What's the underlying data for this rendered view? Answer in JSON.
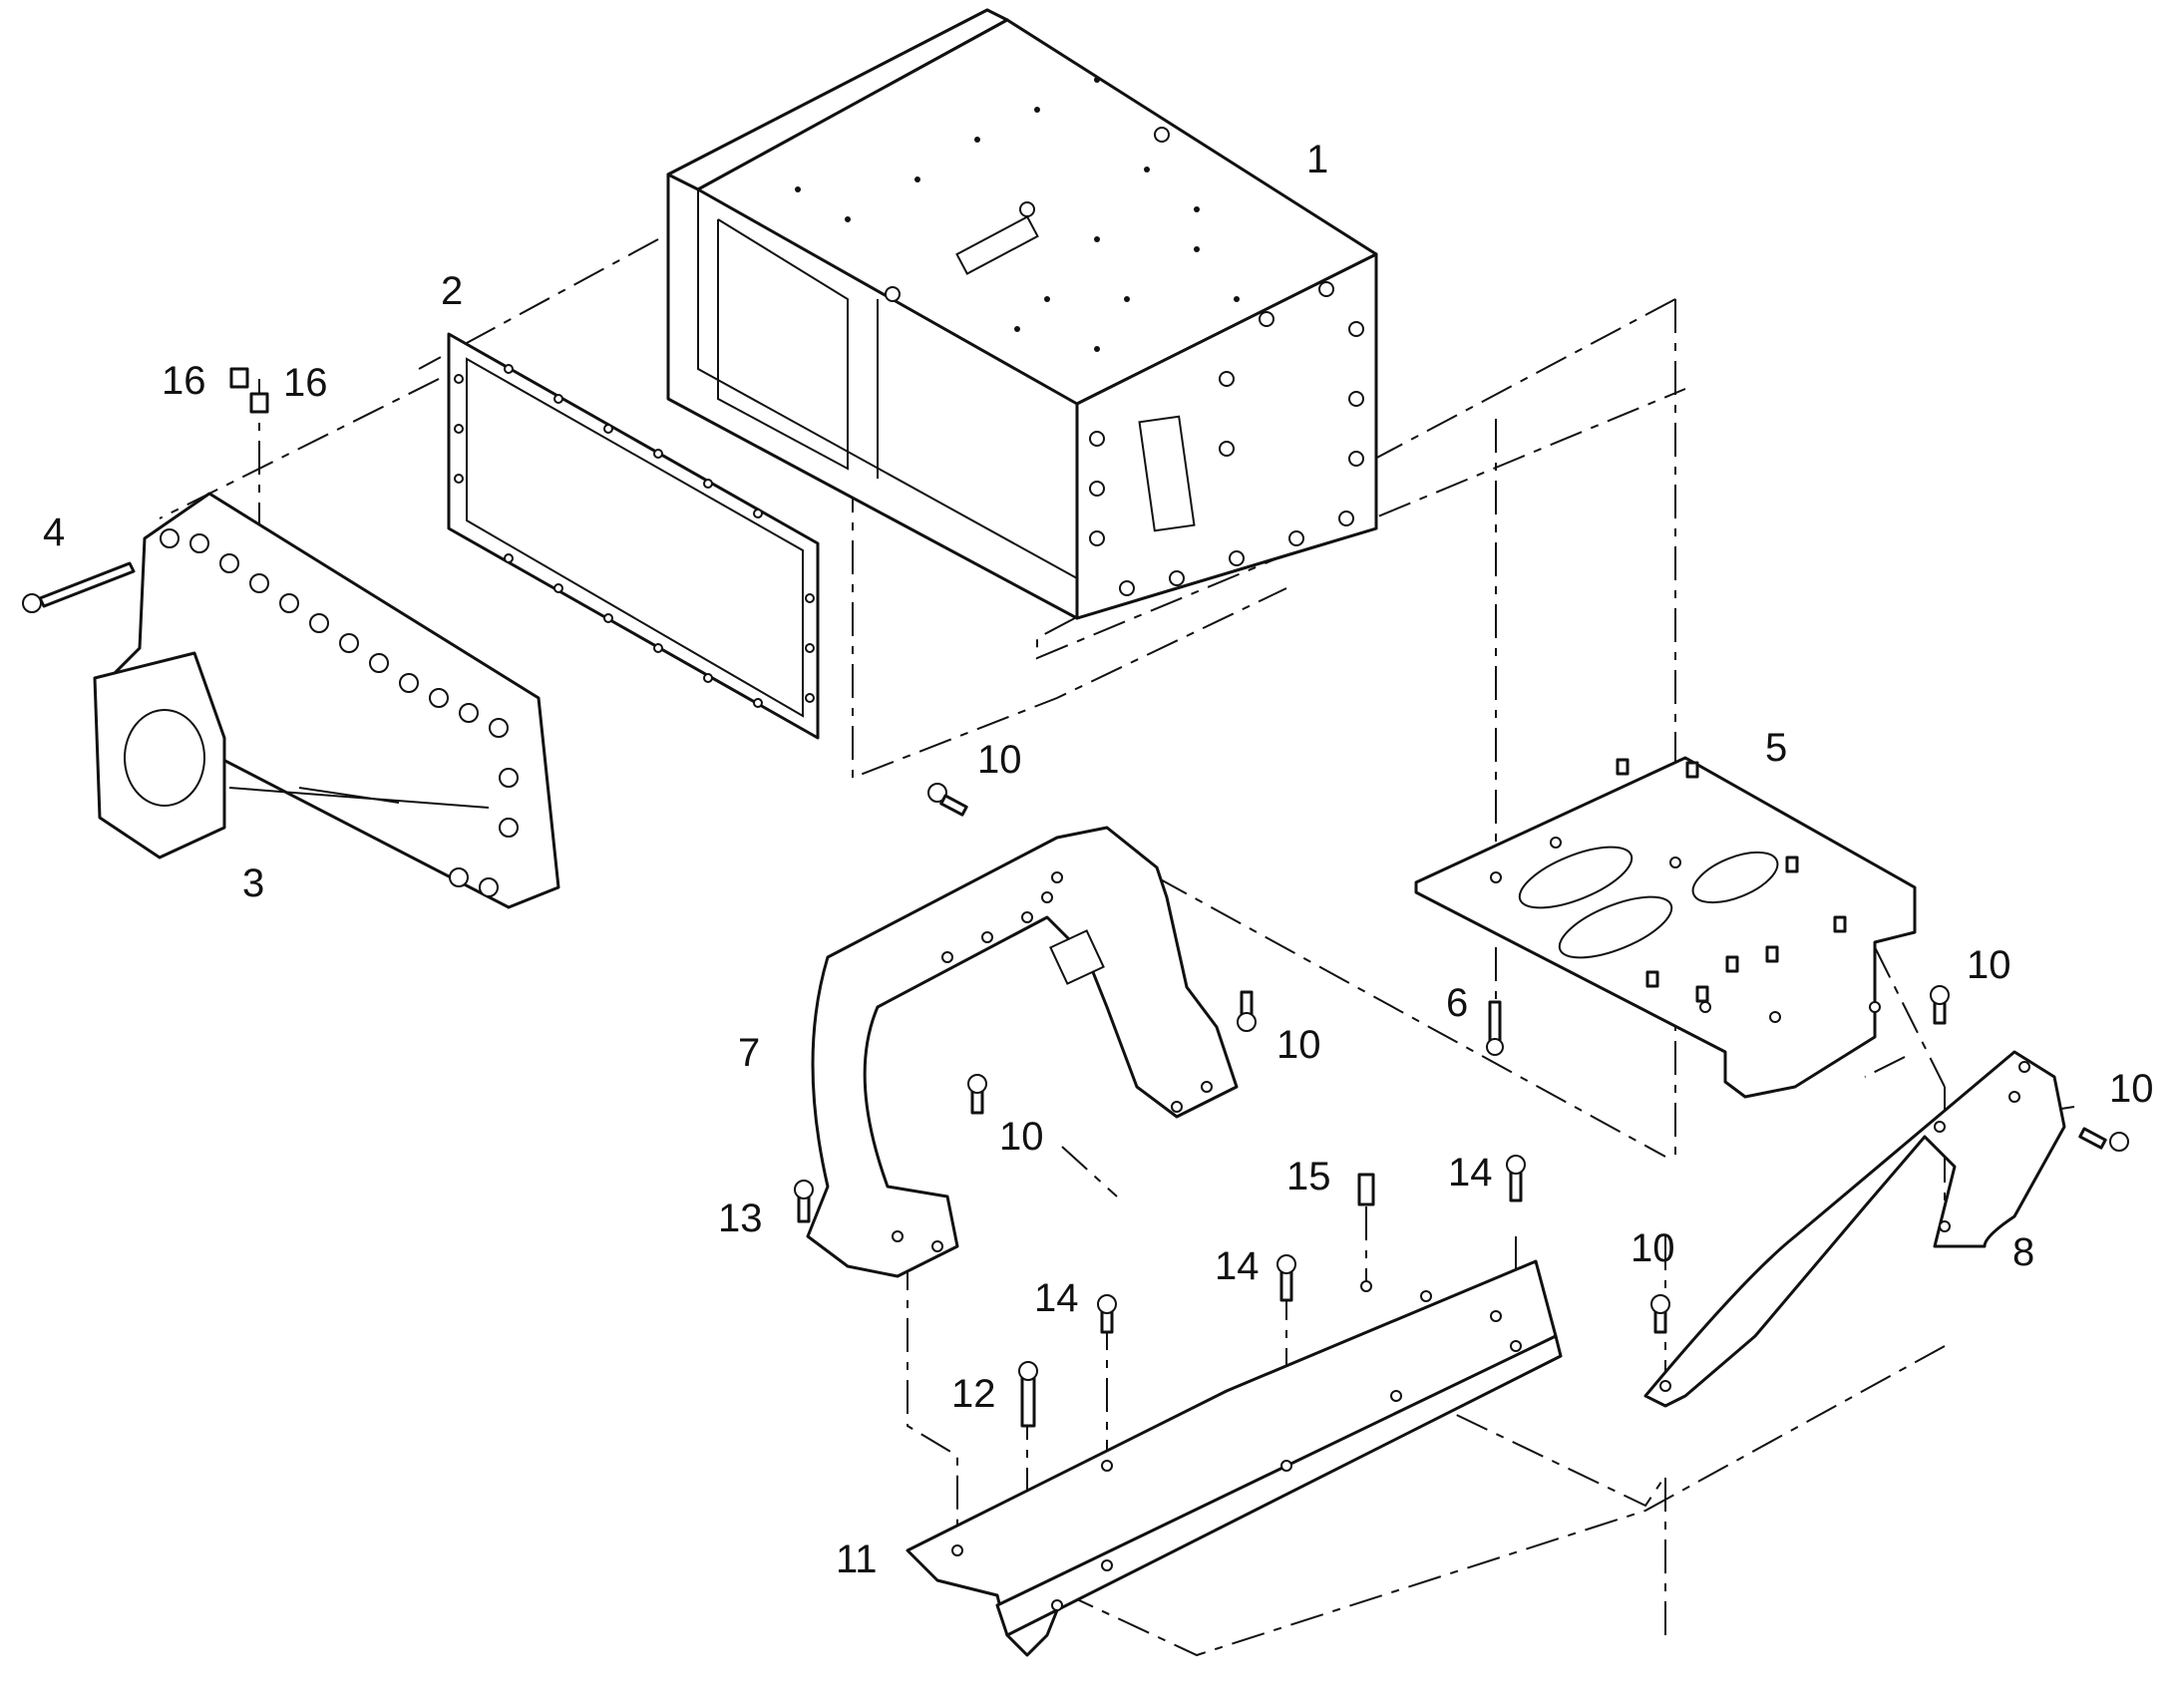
{
  "callouts": {
    "p1": "1",
    "p2": "2",
    "p3": "3",
    "p4": "4",
    "p5": "5",
    "p6": "6",
    "p7": "7",
    "p8": "8",
    "p10a": "10",
    "p10b": "10",
    "p10c": "10",
    "p10d": "10",
    "p10e": "10",
    "p10f": "10",
    "p11": "11",
    "p12": "12",
    "p13": "13",
    "p14a": "14",
    "p14b": "14",
    "p14c": "14",
    "p15": "15",
    "p16a": "16",
    "p16b": "16"
  }
}
